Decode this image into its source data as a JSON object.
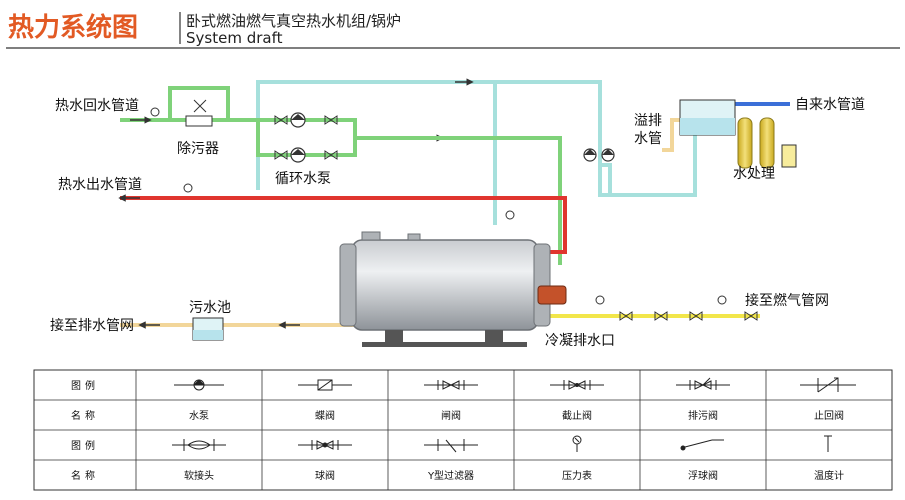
{
  "header": {
    "title": "热力系统图",
    "subtitle_cn": "卧式燃油燃气真空热水机组/锅炉",
    "subtitle_en": "System draft"
  },
  "labels": {
    "hot_water_return": "热水回水管道",
    "dirt_separator": "除污器",
    "circulation_pump": "循环水泵",
    "hot_water_outlet": "热水出水管道",
    "overflow_drain": [
      "溢排",
      "水管"
    ],
    "tap_water": "自来水管道",
    "water_treatment": "水处理",
    "sewage_pool": "污水池",
    "drain_network": "接至排水管网",
    "gas_network": "接至燃气管网",
    "condensate_drain": "冷凝排水口"
  },
  "legend": {
    "row_headers": [
      "图例",
      "名称",
      "图例",
      "名称"
    ],
    "names_row1": [
      "水泵",
      "蝶阀",
      "闸阀",
      "截止阀",
      "排污阀",
      "止回阀"
    ],
    "names_row2": [
      "软接头",
      "球阀",
      "Y型过滤器",
      "压力表",
      "浮球阀",
      "温度计"
    ],
    "icons_row1": [
      "pump-icon",
      "butterfly-valve-icon",
      "gate-valve-icon",
      "globe-valve-icon",
      "blowdown-valve-icon",
      "check-valve-icon"
    ],
    "icons_row2": [
      "flexible-joint-icon",
      "ball-valve-icon",
      "y-strainer-icon",
      "pressure-gauge-icon",
      "float-valve-icon",
      "thermometer-icon"
    ]
  },
  "colors": {
    "title": "#e25a24",
    "return_pipe": "#7fd27a",
    "supply_pipe": "#e0352e",
    "cold_pipe": "#a6e0dc",
    "gas_pipe": "#f2e64a",
    "drain_pipe": "#f2d69a"
  }
}
